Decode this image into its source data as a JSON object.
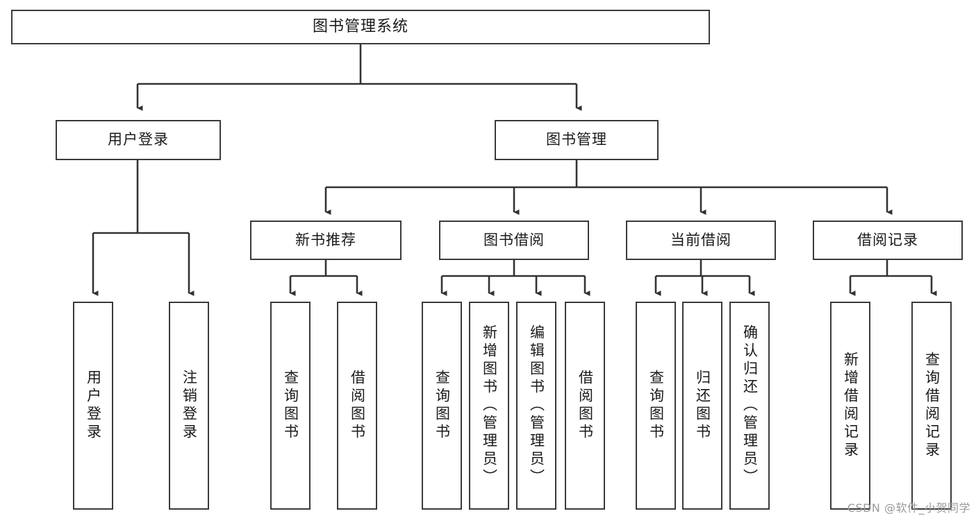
{
  "diagram": {
    "type": "tree",
    "title": "图书管理系统",
    "watermark": "CSDN @软件_小贺同学",
    "colors": {
      "box_border": "#3a3a3a",
      "box_fill": "#ffffff",
      "connector": "#333333",
      "text": "#1a1a1a",
      "watermark": "#9a9a9a"
    },
    "nodes": {
      "root": {
        "label": "图书管理系统"
      },
      "level1": [
        {
          "label": "用户登录"
        },
        {
          "label": "图书管理"
        }
      ],
      "level2": [
        {
          "label": "新书推荐"
        },
        {
          "label": "图书借阅"
        },
        {
          "label": "当前借阅"
        },
        {
          "label": "借阅记录"
        }
      ],
      "leaves": {
        "user_login": [
          {
            "label": "用户登录"
          },
          {
            "label": "注销登录"
          }
        ],
        "new_book_recommend": [
          {
            "label": "查询图书"
          },
          {
            "label": "借阅图书"
          }
        ],
        "book_borrow": [
          {
            "label": "查询图书"
          },
          {
            "label": "新增图书（管理员）"
          },
          {
            "label": "编辑图书（管理员）"
          },
          {
            "label": "借阅图书"
          }
        ],
        "current_borrow": [
          {
            "label": "查询图书"
          },
          {
            "label": "归还图书"
          },
          {
            "label": "确认归还（管理员）"
          }
        ],
        "borrow_record": [
          {
            "label": "新增借阅记录"
          },
          {
            "label": "查询借阅记录"
          }
        ]
      }
    }
  }
}
